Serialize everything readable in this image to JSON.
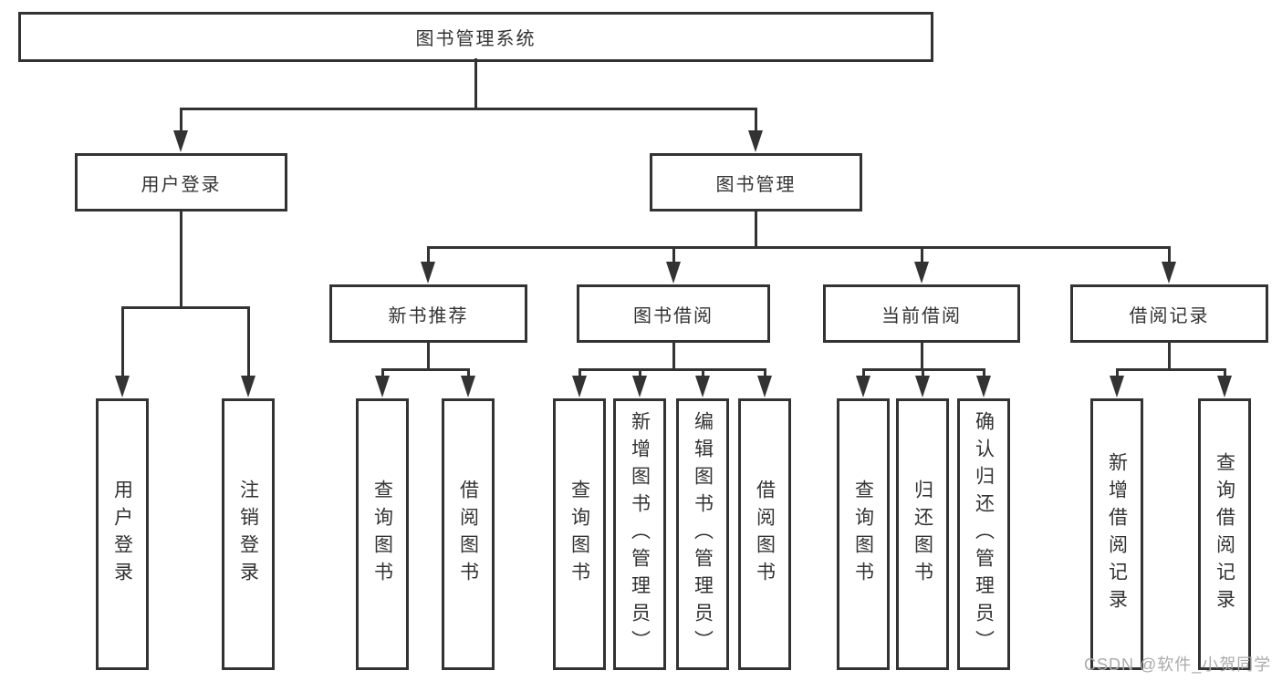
{
  "colors": {
    "line": "#333333",
    "text": "#333333",
    "background": "#ffffff",
    "watermark": "#ababab"
  },
  "nodes": {
    "root": {
      "label": "图书管理系统"
    },
    "user_login": {
      "label": "用户登录"
    },
    "book_management": {
      "label": "图书管理"
    },
    "new_book_recommend": {
      "label": "新书推荐"
    },
    "book_borrow": {
      "label": "图书借阅"
    },
    "current_borrow": {
      "label": "当前借阅"
    },
    "borrow_record": {
      "label": "借阅记录"
    },
    "leaf_user_login": {
      "label": "用户登录"
    },
    "leaf_logout": {
      "label": "注销登录"
    },
    "leaf_nb_query_book": {
      "label": "查询图书"
    },
    "leaf_nb_borrow_book": {
      "label": "借阅图书"
    },
    "leaf_bb_query_book": {
      "label": "查询图书"
    },
    "leaf_bb_add_book": {
      "label": "新增图书（管理员）"
    },
    "leaf_bb_edit_book": {
      "label": "编辑图书（管理员）"
    },
    "leaf_bb_borrow_book": {
      "label": "借阅图书"
    },
    "leaf_cb_query_book": {
      "label": "查询图书"
    },
    "leaf_cb_return_book": {
      "label": "归还图书"
    },
    "leaf_cb_confirm_return": {
      "label": "确认归还（管理员）"
    },
    "leaf_br_add_record": {
      "label": "新增借阅记录"
    },
    "leaf_br_query_record": {
      "label": "查询借阅记录"
    }
  },
  "watermark": {
    "text": "CSDN @软件_小贺同学"
  }
}
